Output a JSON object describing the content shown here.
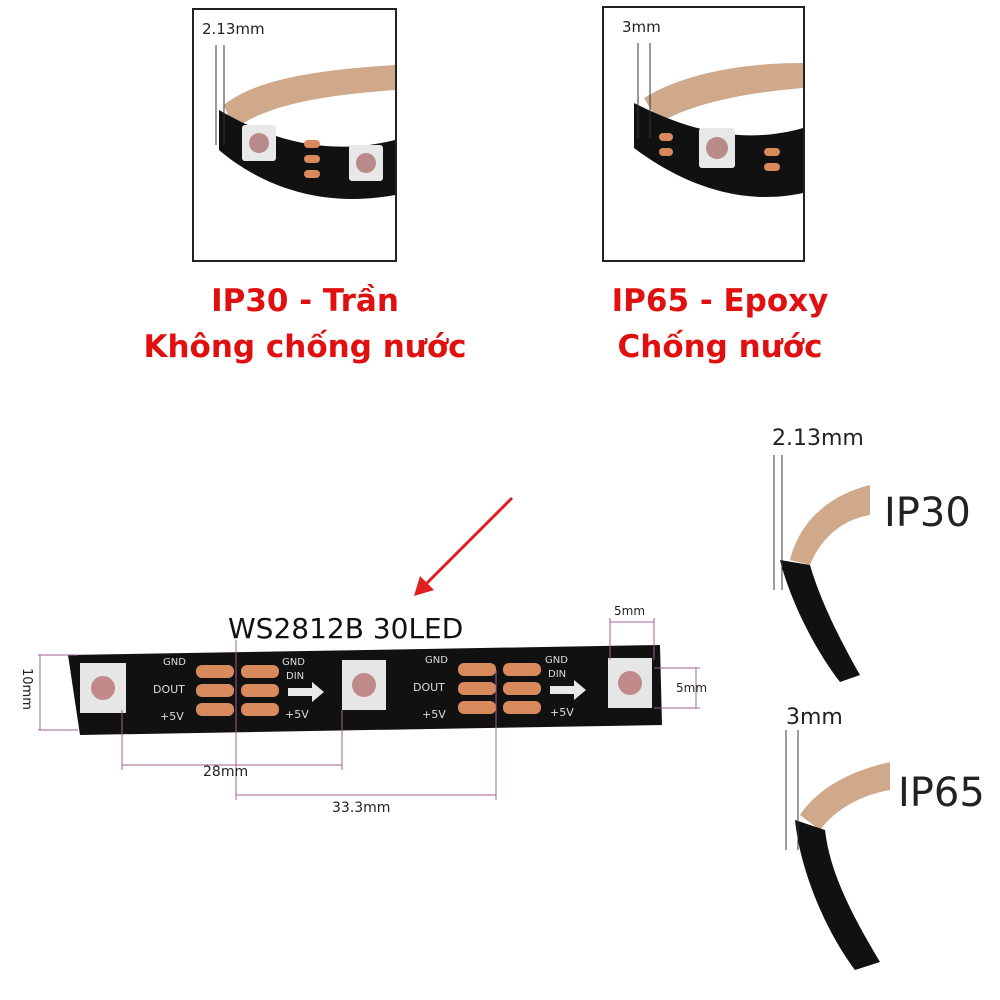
{
  "top_left": {
    "dimension": "2.13mm",
    "caption_line1": "IP30 - Trần",
    "caption_line2": "Không chống nước"
  },
  "top_right": {
    "dimension": "3mm",
    "caption_line1": "IP65 - Epoxy",
    "caption_line2": "Chống nước"
  },
  "diagram": {
    "title": "WS2812B 30LED",
    "dim_height": "10mm",
    "dim_led_width": "5mm",
    "dim_led_height": "5mm",
    "dim_pitch_a": "28mm",
    "dim_pitch_b": "33.3mm",
    "pad_gnd": "GND",
    "pad_dout": "DOUT",
    "pad_din": "DIN",
    "pad_5v": "+5V"
  },
  "side_top": {
    "dimension": "2.13mm",
    "label": "IP30"
  },
  "side_bottom": {
    "dimension": "3mm",
    "label": "IP65"
  },
  "colors": {
    "caption": "#e01010",
    "strip": "#111111",
    "pad": "#d98a5c",
    "arrow": "#e02020"
  }
}
